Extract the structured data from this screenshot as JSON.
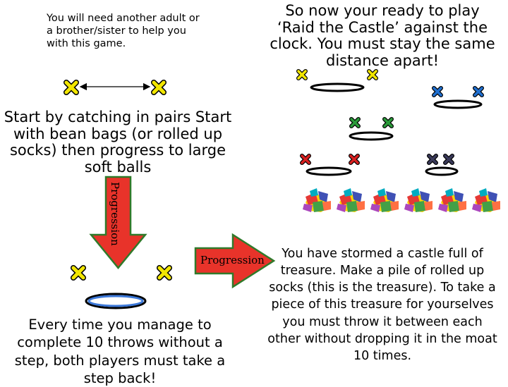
{
  "top_left_note": "You will need another adult or a brother/sister to help you with this game.",
  "top_right_intro": "So now your ready to play ‘Raid the Castle’   against the clock. You must stay the same distance apart!",
  "catching_instructions": "Start by catching in pairs Start with bean bags (or rolled up socks) then progress to large soft balls",
  "progression_vertical": "Progression",
  "progression_horizontal": "Progression",
  "treasure_instructions": "You have stormed a castle full of treasure. Make a pile of rolled up socks (this is the treasure). To take a piece of this treasure for yourselves you must throw it between each other without dropping it in the moat 10 times.",
  "throws_instructions": "Every time you manage to complete 10 throws without a step, both players must take a step back!",
  "colors": {
    "yellow_marker": "#f2e600",
    "blue_marker": "#1f6fd0",
    "green_marker": "#2a9a3a",
    "red_marker": "#d92020",
    "dark_marker": "#3a3a5a",
    "arrow_fill": "#e8332a",
    "arrow_outline": "#2f7a2a",
    "hoop_blue": "#3c78d8"
  },
  "icons": [
    "cross-marker-icon",
    "hoop-icon",
    "double-arrow-icon",
    "progression-arrow-icon",
    "treasure-pile-icon"
  ]
}
